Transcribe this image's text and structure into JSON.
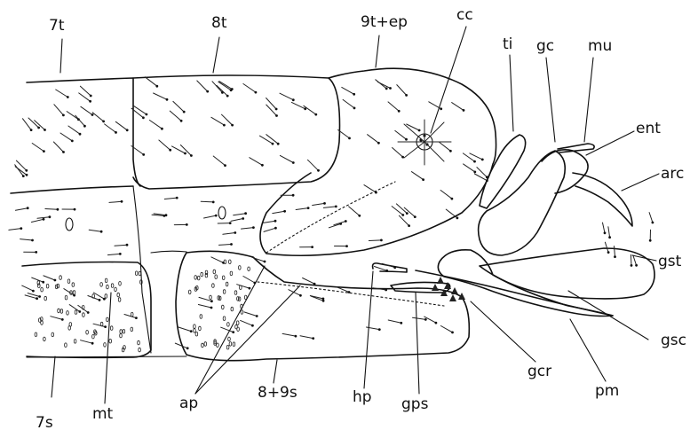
{
  "labels": {
    "t7": "7t",
    "t8": "8t",
    "t9ep": "9t+ep",
    "cc": "cc",
    "ti": "ti",
    "gc": "gc",
    "mu": "mu",
    "ent": "ent",
    "arc": "arc",
    "gst": "gst",
    "gsc": "gsc",
    "pm": "pm",
    "gcr": "gcr",
    "gps": "gps",
    "hp": "hp",
    "s89": "8+9s",
    "ap": "ap",
    "mt": "mt",
    "s7": "7s"
  }
}
